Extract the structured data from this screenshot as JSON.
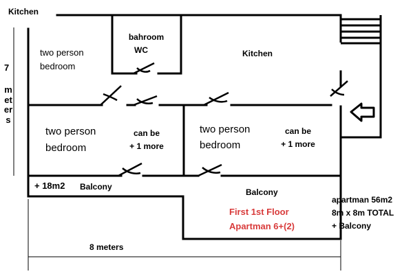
{
  "labels": {
    "top_left_kitchen": "Kitchen",
    "bedroom_top_left_line1": "two person",
    "bedroom_top_left_line2": "bedroom",
    "bathroom_line1": "bahroom",
    "bathroom_line2": "WC",
    "kitchen_main": "Kitchen",
    "bedroom_mid_left_line1": "two person",
    "bedroom_mid_left_line2": "bedroom",
    "can_be_left_line1": "can be",
    "can_be_left_line2": "+ 1 more",
    "bedroom_mid_right_line1": "two person",
    "bedroom_mid_right_line2": "bedroom",
    "can_be_right_line1": "can be",
    "can_be_right_line2": "+ 1 more",
    "plus_18": "+ 18m2",
    "balcony_small": "Balcony",
    "balcony_large": "Balcony",
    "floor_line1": "First 1st Floor",
    "floor_line2": "Apartman 6+(2)",
    "total_line1": "apartman 56m2",
    "total_line2": "8m x 8m TOTAL",
    "total_line3": "+ Balcony",
    "bottom_dimension": "8 meters",
    "vertical_dimension_number": "7",
    "vertical_dimension_word": "meters"
  },
  "colors": {
    "lines": "#000000",
    "highlight_text": "#d83a3a",
    "background": "#ffffff"
  },
  "icons": {
    "entrance": "arrow-left-icon",
    "stairs": "stairs-icon"
  }
}
